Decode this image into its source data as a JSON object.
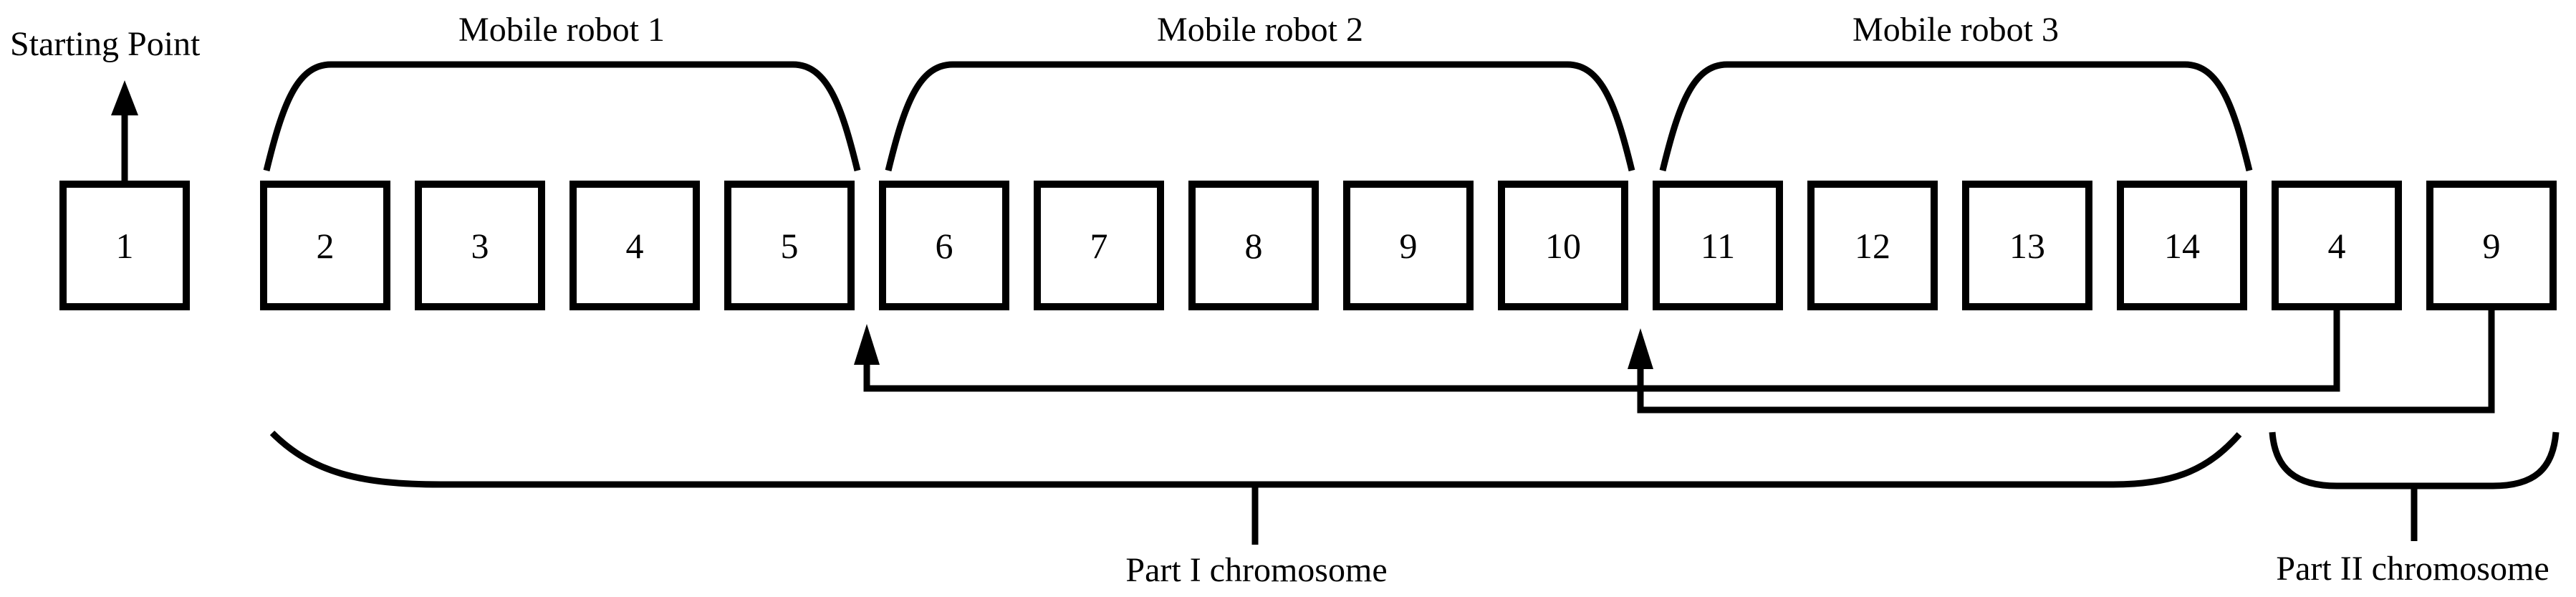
{
  "colors": {
    "ink": "#000000",
    "paper": "#ffffff"
  },
  "labels": {
    "starting_point": "Starting Point",
    "part1": "Part I chromosome",
    "part2": "Part II chromosome"
  },
  "cells": [
    "1",
    "2",
    "3",
    "4",
    "5",
    "6",
    "7",
    "8",
    "9",
    "10",
    "11",
    "12",
    "13",
    "14",
    "4",
    "9"
  ],
  "groups": [
    {
      "label": "Mobile robot 1",
      "members": [
        "2",
        "3",
        "4",
        "5"
      ]
    },
    {
      "label": "Mobile robot 2",
      "members": [
        "6",
        "7",
        "8",
        "9",
        "10"
      ]
    },
    {
      "label": "Mobile robot 3",
      "members": [
        "11",
        "12",
        "13",
        "14"
      ]
    }
  ],
  "chromosome_parts": [
    {
      "label": "Part I chromosome",
      "covers": [
        "2",
        "3",
        "4",
        "5",
        "6",
        "7",
        "8",
        "9",
        "10",
        "11",
        "12",
        "13",
        "14"
      ]
    },
    {
      "label": "Part II chromosome",
      "covers": [
        "4",
        "9"
      ]
    }
  ],
  "links": [
    {
      "from_tail_cell": "4",
      "arrow_points_to": "between 5 and 6"
    },
    {
      "from_tail_cell": "9",
      "arrow_points_to": "between 10 and 11"
    }
  ]
}
